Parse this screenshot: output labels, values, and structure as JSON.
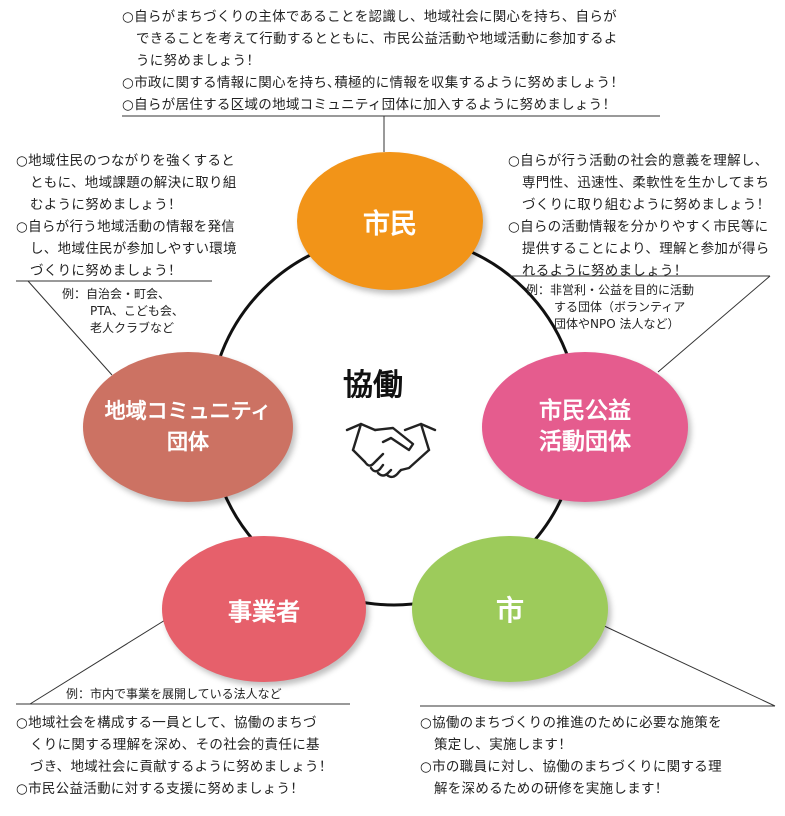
{
  "center": {
    "title": "協働"
  },
  "nodes": {
    "citizen": {
      "label": "市民",
      "color": "#F29418"
    },
    "npo": {
      "label_line1": "市民公益",
      "label_line2": "活動団体",
      "color": "#E55C8E"
    },
    "city": {
      "label": "市",
      "color": "#9DCB5B"
    },
    "business": {
      "label": "事業者",
      "color": "#E6606B"
    },
    "community": {
      "label_line1": "地域コミュニティ",
      "label_line2": "団体",
      "color": "#CC7263"
    }
  },
  "citizen_text": {
    "lines": [
      "○自らがまちづくりの主体であることを認識し、地域社会に関心を持ち、自らが",
      "できることを考えて行動するとともに、市民公益活動や地域活動に参加するよ",
      "うに努めましょう！",
      "○市政に関する情報に関心を持ち､積極的に情報を収集するように努めましょう！",
      "○自らが居住する区域の地域コミュニティ団体に加入するように努めましょう！"
    ]
  },
  "community_text": {
    "lines": [
      "○地域住民のつながりを強くすると",
      "ともに、地域課題の解決に取り組",
      "むように努めましょう！",
      "○自らが行う地域活動の情報を発信",
      "し、地域住民が参加しやすい環境",
      "づくりに努めましょう！"
    ],
    "example_lines": [
      "例：自治会・町会、",
      "PTA、こども会、",
      "老人クラブなど"
    ]
  },
  "npo_text": {
    "lines": [
      "○自らが行う活動の社会的意義を理解し、",
      "専門性、迅速性、柔軟性を生かしてまち",
      "づくりに取り組むように努めましょう！",
      "○自らの活動情報を分かりやすく市民等に",
      "提供することにより、理解と参加が得ら",
      "れるように努めましょう！"
    ],
    "example_lines": [
      "例：非営利・公益を目的に活動",
      "する団体（ボランティア",
      "団体やNPO 法人など）"
    ]
  },
  "business_text": {
    "example": "例：市内で事業を展開している法人など",
    "lines": [
      "○地域社会を構成する一員として、協働のまちづ",
      "くりに関する理解を深め、その社会的責任に基",
      "づき、地域社会に貢献するように努めましょう！",
      "○市民公益活動に対する支援に努めましょう！"
    ]
  },
  "city_text": {
    "lines": [
      "○協働のまちづくりの推進のために必要な施策を",
      "策定し、実施します！",
      "○市の職員に対し、協働のまちづくりに関する理",
      "解を深めるための研修を実施します！"
    ]
  }
}
